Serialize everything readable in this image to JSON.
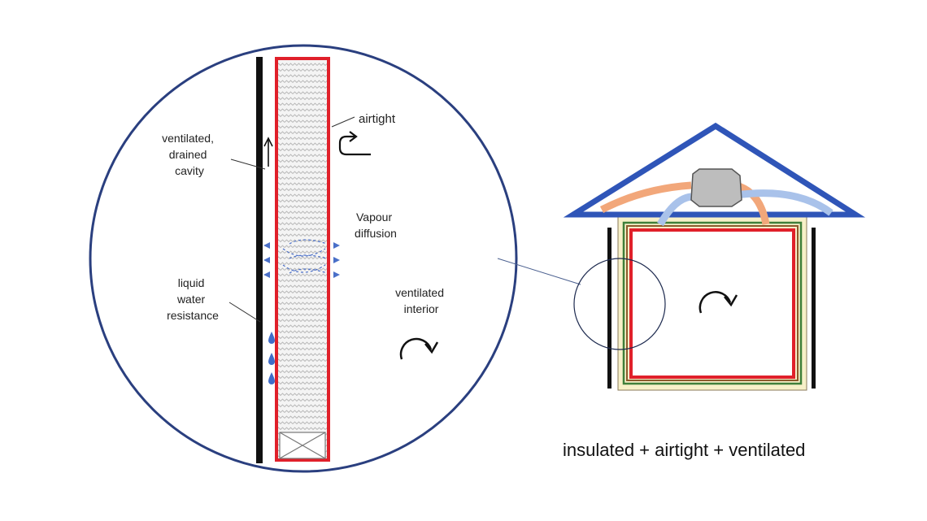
{
  "labels": {
    "airtight": "airtight",
    "cavity": [
      "ventilated,",
      "drained",
      "cavity"
    ],
    "vapour": [
      "Vapour",
      "diffusion"
    ],
    "liquid": [
      "liquid",
      "water",
      "resistance"
    ],
    "interior": [
      "ventilated",
      "interior"
    ]
  },
  "caption": "insulated + airtight + ventilated",
  "colors": {
    "circle": "#2a3f7f",
    "airtight_red": "#e0202a",
    "insulation_fill": "#f7f0c8",
    "roof_blue": "#2f55b8",
    "green": "#3f7f3a",
    "brown": "#8a5a2a",
    "duct_orange": "#f2a77a",
    "duct_blue": "#a9c2ea",
    "unit_grey": "#bdbdbd",
    "droplet": "#3f6cc8",
    "arrow_blue": "#4a6fc8"
  },
  "icons": [
    "rotate-arrow-icon",
    "airtight-arrow-icon",
    "up-arrow-icon",
    "water-droplet-icon",
    "crossed-box-icon",
    "ventilation-unit-icon"
  ]
}
